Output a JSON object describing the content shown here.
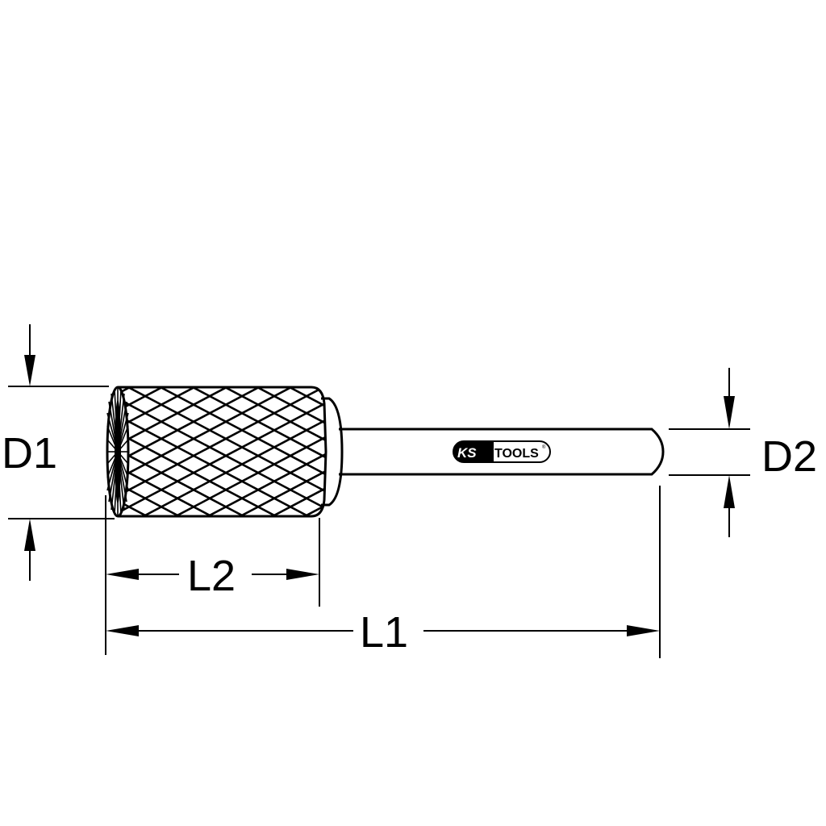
{
  "diagram": {
    "type": "technical-drawing",
    "subject": "Carbide burr, cylindrical shape with end cut",
    "stroke_color": "#000000",
    "background": "#ffffff"
  },
  "dimensions": {
    "d1": {
      "label": "D1",
      "meaning": "Head diameter"
    },
    "d2": {
      "label": "D2",
      "meaning": "Shank diameter"
    },
    "l1": {
      "label": "L1",
      "meaning": "Overall length"
    },
    "l2": {
      "label": "L2",
      "meaning": "Cutting length"
    }
  },
  "logo": {
    "brand_ks": "KS",
    "brand_tools": "TOOLS",
    "registered": "®"
  }
}
